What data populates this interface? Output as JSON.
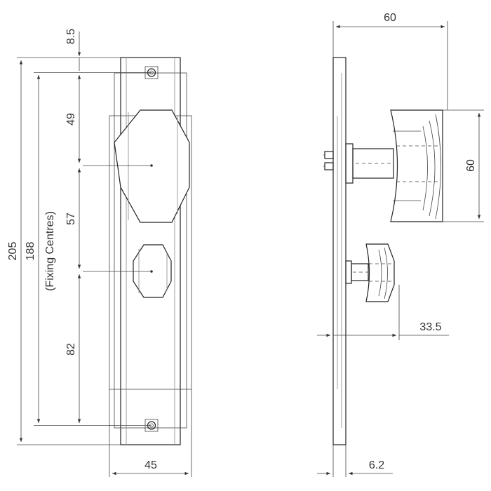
{
  "dimensions": {
    "top_margin": "8.5",
    "total_height": "205",
    "fixing_centres": "188",
    "fixing_centres_label": "(Fixing Centres)",
    "upper_segment": "49",
    "middle_segment": "57",
    "lower_segment": "82",
    "plate_width": "45",
    "side_overall_depth": "60",
    "lever_height": "60",
    "thumbturn_projection": "33.5",
    "plate_thickness": "6.2"
  },
  "colors": {
    "line": "#222222",
    "dimension": "#444444",
    "background": "#ffffff"
  }
}
